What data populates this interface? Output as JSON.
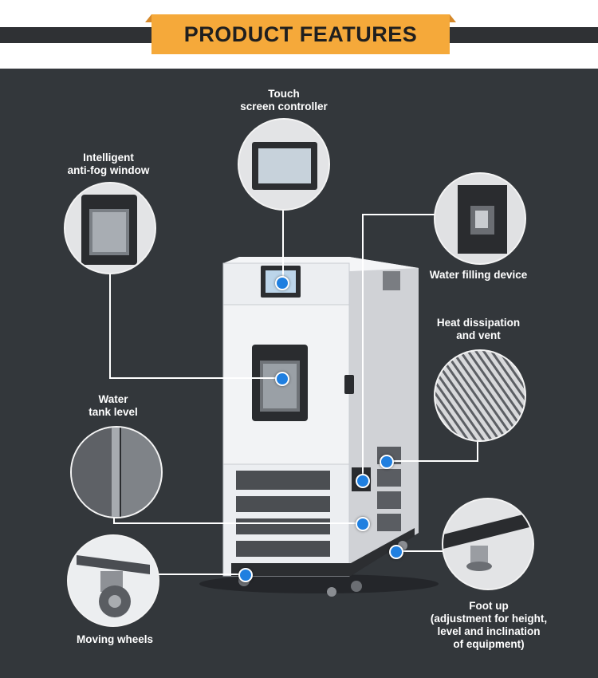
{
  "header": {
    "title": "PRODUCT FEATURES"
  },
  "features": {
    "touch_screen": {
      "line1": "Touch",
      "line2": "screen controller"
    },
    "anti_fog": {
      "line1": "Intelligent",
      "line2": "anti-fog window"
    },
    "water_filling": {
      "line1": "Water filling device"
    },
    "heat_vent": {
      "line1": "Heat dissipation",
      "line2": "and vent"
    },
    "water_tank": {
      "line1": "Water",
      "line2": "tank level"
    },
    "moving_wheels": {
      "line1": "Moving wheels"
    },
    "foot_up": {
      "line1": "Foot up",
      "line2": "(adjustment for height,",
      "line3": "level and inclination",
      "line4": "of equipment)"
    }
  },
  "colors": {
    "banner": "#f5a93a",
    "background": "#33373b",
    "band": "#2f3134",
    "marker": "#1f7fe0",
    "machine_body": "#ecedf0"
  }
}
